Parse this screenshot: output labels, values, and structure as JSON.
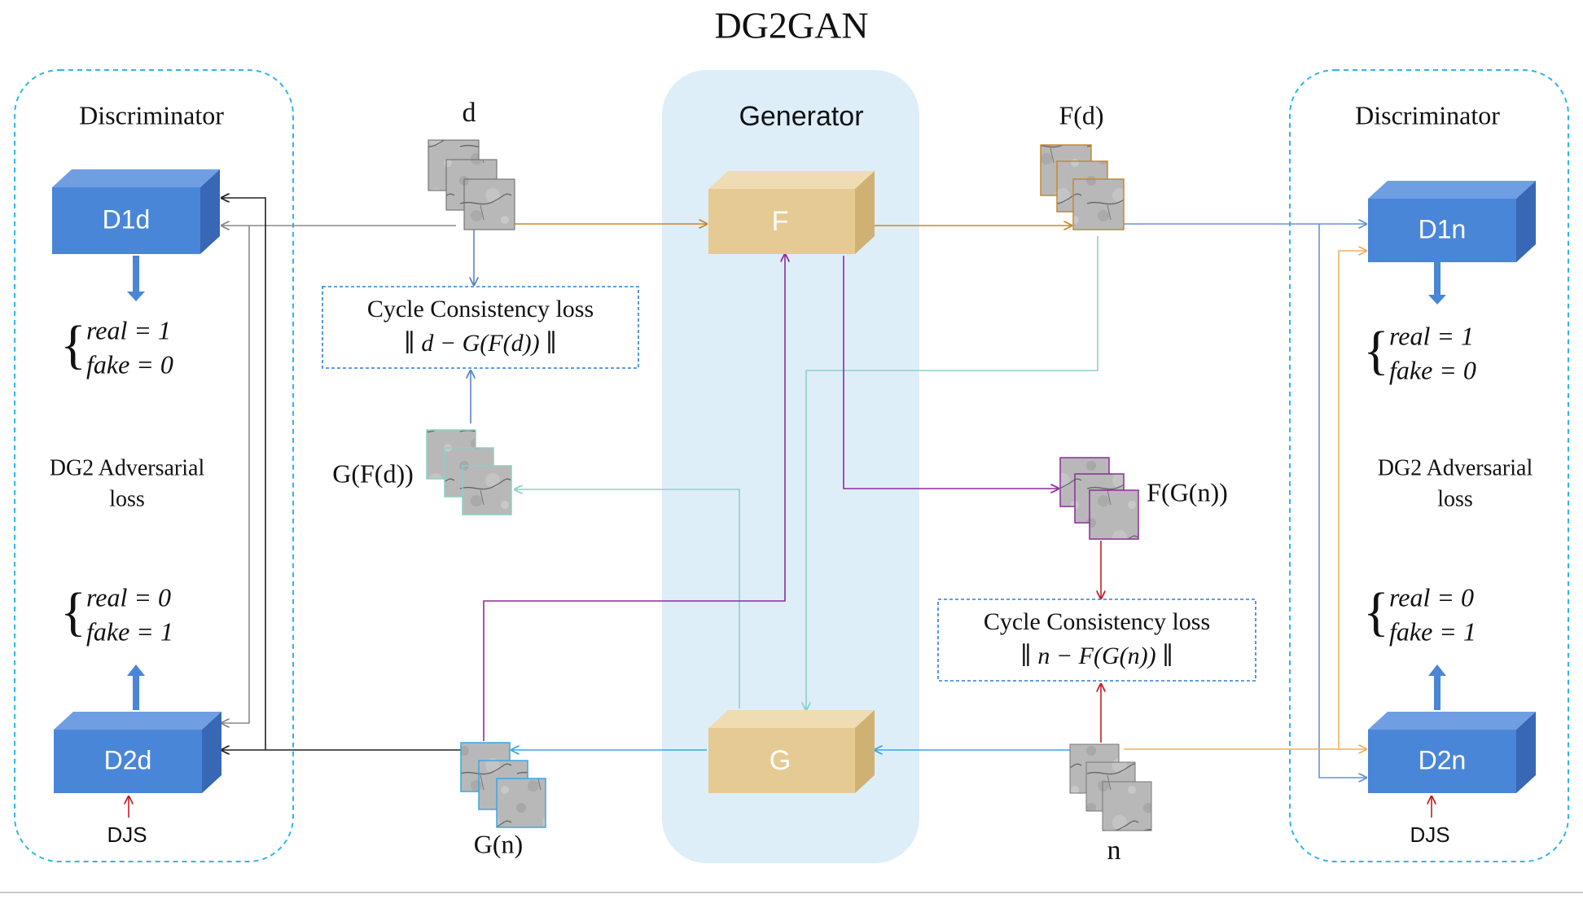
{
  "title": "DG2GAN",
  "generator": {
    "label": "Generator",
    "f_label": "F",
    "g_label": "G"
  },
  "left_disc": {
    "label": "Discriminator",
    "d1_label": "D1d",
    "d2_label": "D2d",
    "top_real": "real = 1",
    "top_fake": "fake = 0",
    "adv_line1": "DG2  Adversarial",
    "adv_line2": "loss",
    "bottom_real": "real = 0",
    "bottom_fake": "fake = 1",
    "djs": "DJS"
  },
  "right_disc": {
    "label": "Discriminator",
    "d1_label": "D1n",
    "d2_label": "D2n",
    "top_real": "real = 1",
    "top_fake": "fake = 0",
    "adv_line1": "DG2  Adversarial",
    "adv_line2": "loss",
    "bottom_real": "real = 0",
    "bottom_fake": "fake = 1",
    "djs": "DJS"
  },
  "images": {
    "d": "d",
    "fd": "F(d)",
    "gfd": "G(F(d))",
    "fgn": "F(G(n))",
    "gn": "G(n)",
    "n": "n"
  },
  "cycle_loss_1": {
    "line1": "Cycle  Consistency  loss",
    "line2": "∥ d − G(F(d)) ∥"
  },
  "cycle_loss_2": {
    "line1": "Cycle  Consistency  loss",
    "line2": "∥ n − F(G(n)) ∥"
  },
  "colors": {
    "dashed_border": "#2eb6e8",
    "generator_bg": "#ddeef9",
    "disc_box": "#4a86d8",
    "gen_box": "#e5cb93",
    "arrow_orange": "#c8882a",
    "arrow_blue": "#5b83c9",
    "arrow_purple": "#8e2c9b",
    "arrow_teal": "#8ed0c4",
    "arrow_cyan": "#3aa8e0",
    "arrow_yellow": "#f0b060",
    "arrow_red": "#c0202a",
    "arrow_black": "#222222",
    "arrow_gray": "#888888"
  }
}
